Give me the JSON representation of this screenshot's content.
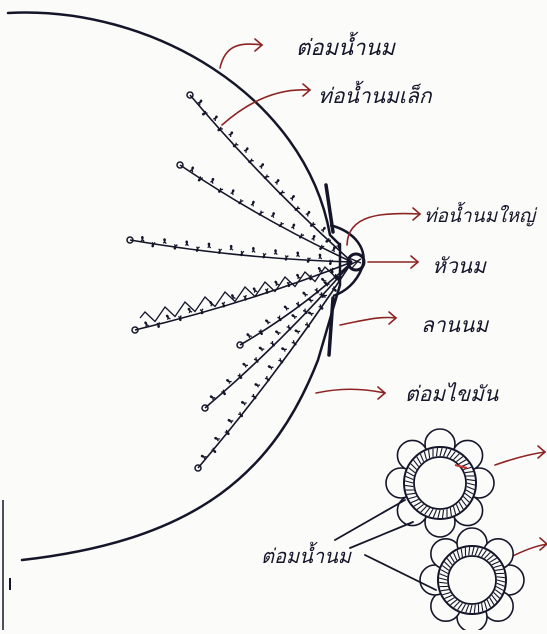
{
  "diagram": {
    "labels": {
      "mammary_gland": "ต่อมน้ำนม",
      "small_duct": "ท่อน้ำนมเล็ก",
      "large_duct": "ท่อน้ำนมใหญ่",
      "nipple": "หัวนม",
      "areola": "ลานนม",
      "fat_gland": "ต่อมไขมัน",
      "gland_detail": "ต่อมน้ำนม"
    },
    "colors": {
      "ink": "#15152a",
      "arrow": "#8e2323",
      "paper": "#fbfbfa",
      "highlight": "#c73232"
    }
  }
}
